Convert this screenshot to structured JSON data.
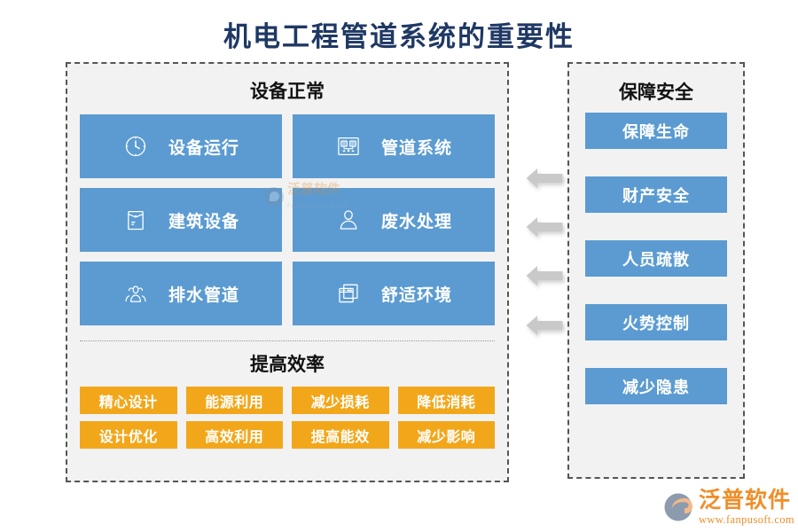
{
  "page": {
    "title": "机电工程管道系统的重要性",
    "title_color": "#1f3864",
    "background": "#ffffff"
  },
  "colors": {
    "panel_background": "#f2f2f2",
    "panel_border": "#555555",
    "card_blue": "#5b9bd1",
    "tag_orange": "#f2a71b",
    "arrow_gray": "#c9c9c9",
    "brand_orange": "#ef8e2a"
  },
  "left_panel": {
    "equipment_section": {
      "title": "设备正常",
      "cards": [
        {
          "label": "设备运行",
          "icon": "clock-icon"
        },
        {
          "label": "管道系统",
          "icon": "network-diagram-icon"
        },
        {
          "label": "建筑设备",
          "icon": "document-envelope-icon"
        },
        {
          "label": "废水处理",
          "icon": "person-icon"
        },
        {
          "label": "排水管道",
          "icon": "people-group-icon"
        },
        {
          "label": "舒适环境",
          "icon": "stacked-windows-icon"
        }
      ]
    },
    "efficiency_section": {
      "title": "提高效率",
      "tags": [
        "精心设计",
        "能源利用",
        "减少损耗",
        "降低消耗",
        "设计优化",
        "高效利用",
        "提高能效",
        "减少影响"
      ]
    }
  },
  "right_panel": {
    "title": "保障安全",
    "items": [
      "保障生命",
      "财产安全",
      "人员疏散",
      "火势控制",
      "减少隐患"
    ]
  },
  "arrows": {
    "count": 4,
    "direction": "left",
    "icon": "arrow-left-icon"
  },
  "watermark": {
    "cn": "泛普软件",
    "en": "FANPU SOFTWARE"
  },
  "logo": {
    "name": "泛普软件",
    "url": "www.fanpusoft.com",
    "icon": "fanpu-swoosh-logo-icon"
  }
}
